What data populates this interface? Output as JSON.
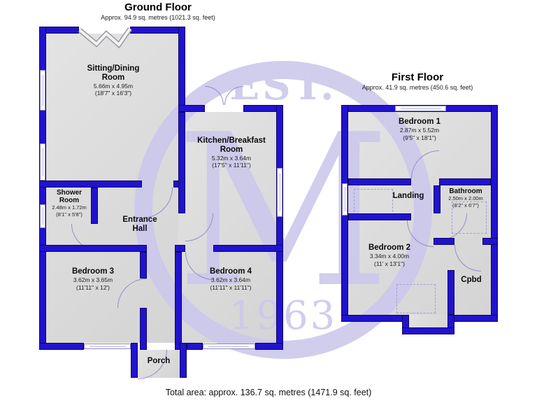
{
  "ground_floor": {
    "title": "Ground Floor",
    "subtitle": "Approx. 94.9 sq. metres (1021.3 sq. feet)",
    "rooms": [
      {
        "name": "Sitting/Dining Room",
        "metric": "5.66m x 4.95m",
        "imperial": "(18'7\" x 16'3\")"
      },
      {
        "name": "Kitchen/Breakfast Room",
        "metric": "5.32m x 3.64m",
        "imperial": "(17'5\" x 11'11\")"
      },
      {
        "name": "Shower Room",
        "metric": "2.48m x 1.72m",
        "imperial": "(8'1\" x 5'8\")"
      },
      {
        "name": "Entrance Hall"
      },
      {
        "name": "Bedroom 3",
        "metric": "3.62m x 3.65m",
        "imperial": "(11'11\" x 12')"
      },
      {
        "name": "Bedroom 4",
        "metric": "3.62m x 3.64m",
        "imperial": "(11'11\" x 11'11\")"
      },
      {
        "name": "Porch"
      }
    ]
  },
  "first_floor": {
    "title": "First Floor",
    "subtitle": "Approx. 41.9 sq. metres (450.6 sq. feet)",
    "rooms": [
      {
        "name": "Bedroom 1",
        "metric": "2.87m x 5.52m",
        "imperial": "(9'5\" x 18'1\")"
      },
      {
        "name": "Landing"
      },
      {
        "name": "Bathroom",
        "metric": "2.50m x 2.00m",
        "imperial": "(8'2\" x 6'7\")"
      },
      {
        "name": "Bedroom 2",
        "metric": "3.34m x 4.00m",
        "imperial": "(11' x 13'1\")"
      },
      {
        "name": "Cpbd"
      }
    ]
  },
  "footer": {
    "total_area": "Total area: approx. 136.7 sq. metres (1471.9 sq. feet)"
  },
  "watermark": {
    "est": "EST.",
    "monogram": "M",
    "year": "1963"
  },
  "colors": {
    "wall": "#2113cd",
    "room": "#dcdcdc",
    "watermark": "#ccc8ec",
    "window": "#ffffff"
  }
}
